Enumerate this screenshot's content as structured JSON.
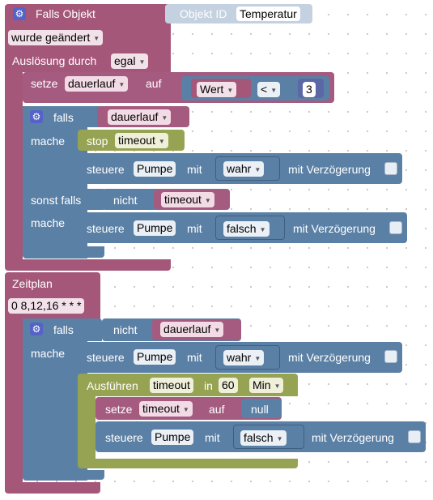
{
  "colors": {
    "event": "#a5577a",
    "logic": "#5b80a5",
    "stop": "#96a352",
    "var": "#a55b80",
    "ghost": "#c3d1e0"
  },
  "trigger": {
    "title": "Falls Objekt",
    "ghost_label": "Objekt ID",
    "object_id": "Temperatur",
    "condition": "wurde geändert",
    "trigger_label": "Auslösung durch",
    "trigger_value": "egal"
  },
  "set1": {
    "label": "setze",
    "var": "dauerlauf",
    "auf": "auf",
    "value_label": "Wert",
    "op": "<",
    "number": "3"
  },
  "if1": {
    "falls": "falls",
    "cond_var": "dauerlauf",
    "mache": "mache",
    "stop": "stop",
    "stop_var": "timeout",
    "ctrl1": {
      "label": "steuere",
      "device": "Pumpe",
      "mit": "mit",
      "value": "wahr",
      "delay": "mit Verzögerung"
    },
    "elseif": "sonst falls",
    "nicht": "nicht",
    "cond2_var": "timeout",
    "mache2": "mache",
    "ctrl2": {
      "label": "steuere",
      "device": "Pumpe",
      "mit": "mit",
      "value": "falsch",
      "delay": "mit Verzögerung"
    }
  },
  "schedule": {
    "title": "Zeitplan",
    "cron": "0 8,12,16 * * *",
    "falls": "falls",
    "nicht": "nicht",
    "cond_var": "dauerlauf",
    "mache": "mache",
    "ctrl1": {
      "label": "steuere",
      "device": "Pumpe",
      "mit": "mit",
      "value": "wahr",
      "delay": "mit Verzögerung"
    },
    "timeout": {
      "label": "Ausführen",
      "var": "timeout",
      "in": "in",
      "amount": "60",
      "unit": "Min"
    },
    "set": {
      "label": "setze",
      "var": "timeout",
      "auf": "auf",
      "value": "null"
    },
    "ctrl2": {
      "label": "steuere",
      "device": "Pumpe",
      "mit": "mit",
      "value": "falsch",
      "delay": "mit Verzögerung"
    }
  }
}
